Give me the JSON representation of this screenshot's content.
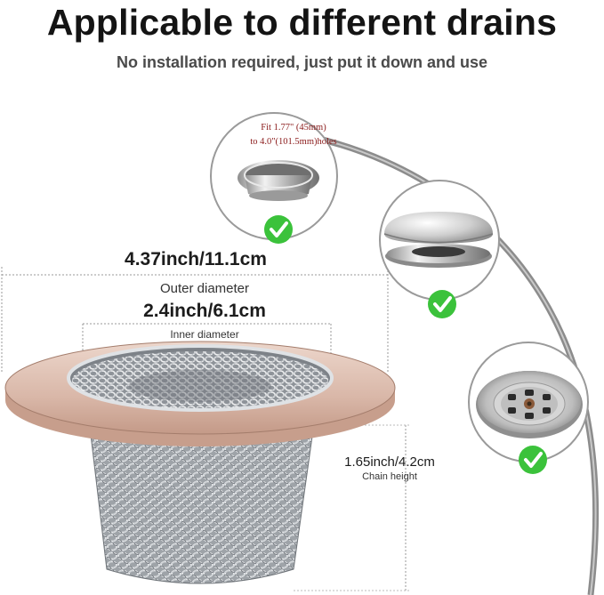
{
  "header": {
    "title": "Applicable to different drains",
    "subtitle": "No installation required, just put it down and use"
  },
  "dimensions": {
    "outer_value": "4.37inch/11.1cm",
    "outer_label": "Outer diameter",
    "inner_value": "2.4inch/6.1cm",
    "inner_label": "Inner diameter",
    "height_value": "1.65inch/4.2cm",
    "height_label": "Chain height"
  },
  "fit_note": {
    "line1": "Fit 1.77\" (45mm)",
    "line2": "to 4.0\"(101.5mm)holes"
  },
  "colors": {
    "check_green": "#3bc23b",
    "fit_text": "#8a1a1a",
    "rim_rose_gold": "#dcbcae",
    "arc_gray": "#8c8c8c"
  }
}
